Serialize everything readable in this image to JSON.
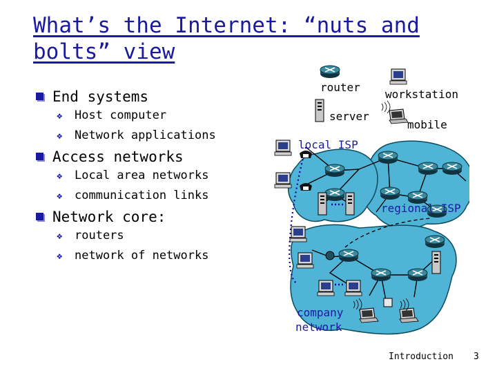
{
  "title": {
    "line1": "What’s the Internet: “nuts and",
    "line2": "bolts” view"
  },
  "bullets": [
    {
      "text": "End systems",
      "subs": [
        "Host computer",
        "Network applications"
      ]
    },
    {
      "text": "Access networks",
      "subs": [
        "Local area networks",
        "communication links"
      ]
    },
    {
      "text": "Network core:",
      "subs": [
        "routers",
        "network of networks"
      ]
    }
  ],
  "glyphs": {
    "sub_bullet": "❖"
  },
  "legend": {
    "router": "router",
    "server": "server",
    "workstation": "workstation",
    "mobile": "mobile"
  },
  "diagram_labels": {
    "local_isp": "local ISP",
    "regional_isp": "regional ISP",
    "company_network_1": "company",
    "company_network_2": "network"
  },
  "colors": {
    "title": "#1a1aa0",
    "cloud_fill": "#4fb4d6",
    "cloud_stroke": "#0a4a5a",
    "router_fill": "#1d4f5e",
    "label_blue": "#1a1aa0"
  },
  "footer": {
    "text": "Introduction",
    "page": "3"
  }
}
